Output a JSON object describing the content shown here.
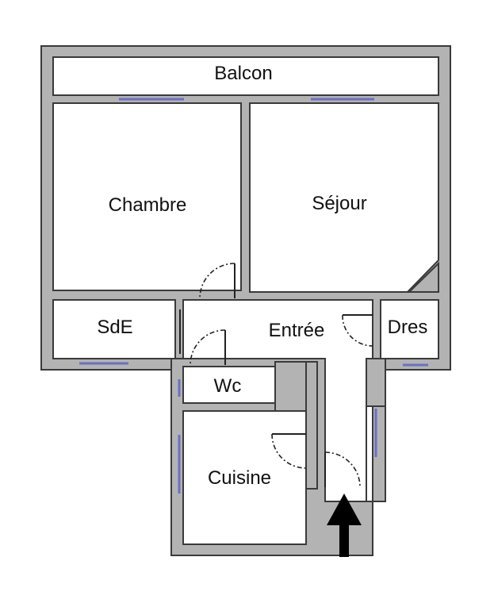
{
  "rooms": {
    "balcon": "Balcon",
    "chambre": "Chambre",
    "sejour": "Séjour",
    "sde": "SdE",
    "entree": "Entrée",
    "dres": "Dres",
    "wc": "Wc",
    "cuisine": "Cuisine"
  },
  "colors": {
    "wall": "#b3b3b3",
    "window": "#6b6fc4",
    "outline": "#3a3a3a"
  },
  "icons": {
    "entrance": "entrance-arrow-icon"
  }
}
